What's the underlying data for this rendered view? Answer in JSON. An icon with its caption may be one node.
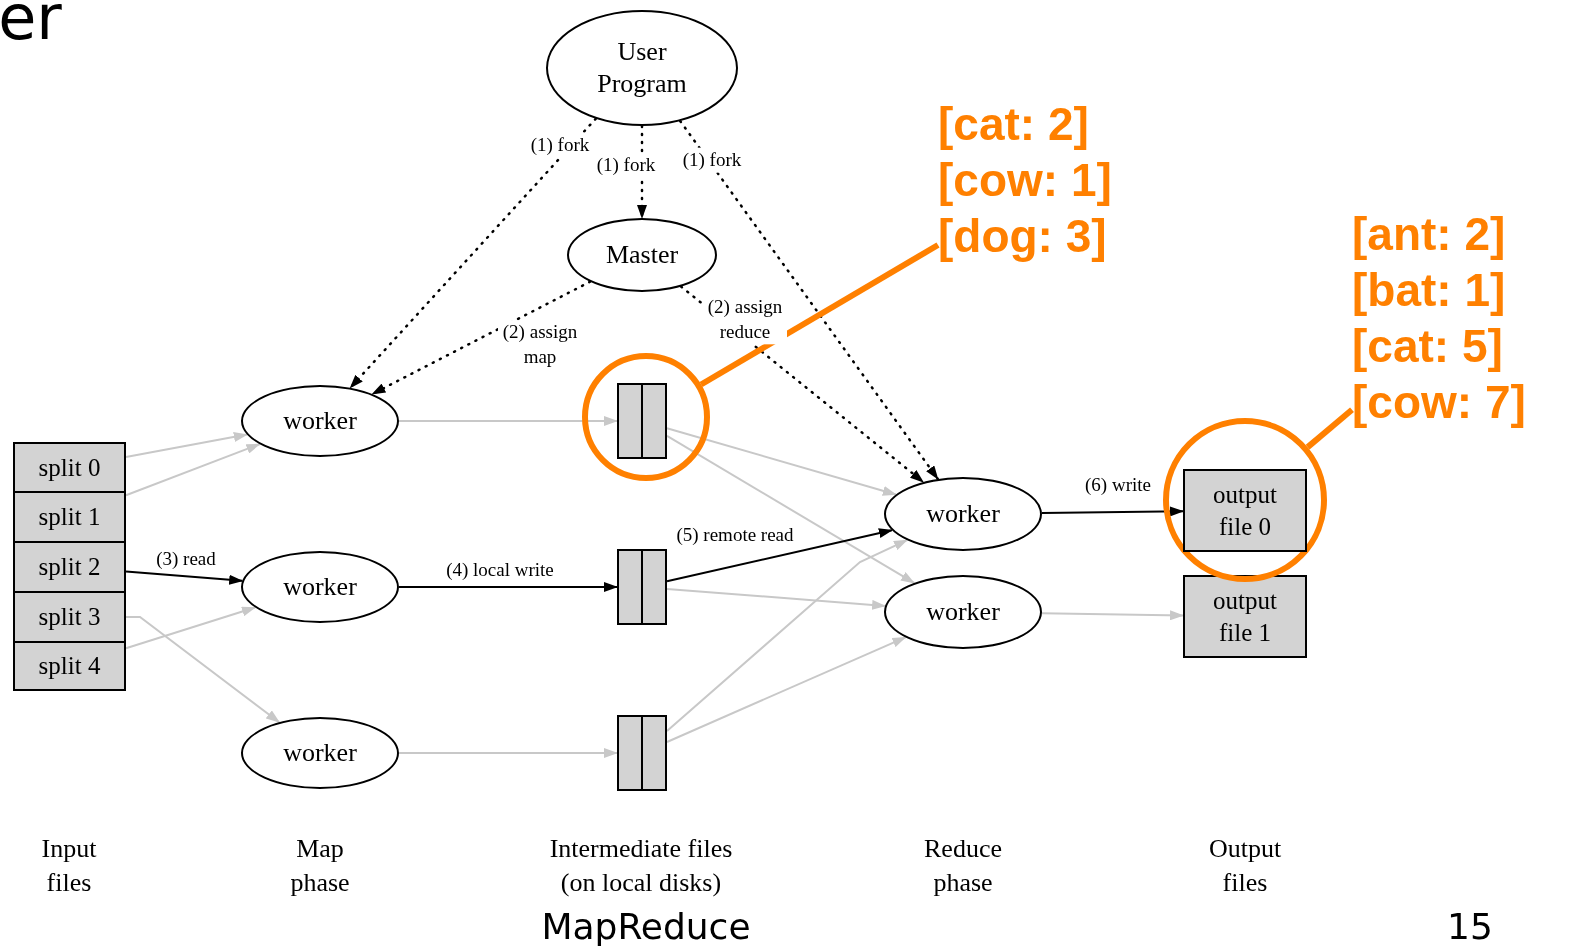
{
  "diagram": {
    "nodes": [
      {
        "text": [
          "User Program"
        ]
      },
      {
        "text": [
          "Master"
        ]
      },
      {
        "text": [
          "worker"
        ]
      },
      {
        "text": [
          "worker"
        ]
      },
      {
        "text": [
          "worker"
        ]
      },
      {
        "text": [
          "split 0"
        ]
      },
      {
        "text": [
          "split 1"
        ]
      },
      {
        "text": [
          "split 2"
        ]
      },
      {
        "text": [
          "split 3"
        ]
      },
      {
        "text": [
          "split 4"
        ]
      },
      {
        "text": [],
        "shape": "box",
        "in": 17
      },
      {
        "text": [],
        "shape": "box"
      },
      {
        "text": [],
        "shape": "box"
      },
      {
        "text": [
          "worker"
        ]
      },
      {
        "text": [
          "worker"
        ]
      },
      {
        "text": [
          "output file 0"
        ],
        "in": 19
      },
      {
        "text": [
          "output file 1"
        ]
      },
      {
        "text": [],
        "shape": "circle"
      },
      {
        "text": [
          "[cat: 2]",
          "[cow: 1]",
          "[dog: 3]"
        ]
      },
      {
        "text": [],
        "shape": "circle"
      },
      {
        "text": [
          "[ant: 2]",
          "[bat: 1]",
          "[cat: 5]",
          "[cow: 7]"
        ]
      }
    ],
    "edges": [
      {
        "from": 0,
        "to": 2,
        "arrow": "to",
        "label": "(1) fork",
        "style": "dashed",
        "color": "#000000"
      },
      {
        "from": 0,
        "to": 1,
        "arrow": "to",
        "label": "(1) fork",
        "style": "dashed",
        "color": "#000000"
      },
      {
        "from": 0,
        "to": 13,
        "arrow": "to",
        "label": "(1) fork",
        "style": "dashed",
        "color": "#000000"
      },
      {
        "from": 1,
        "to": 2,
        "arrow": "to",
        "label": "(2) assign map",
        "style": "dashed",
        "color": "#000000"
      },
      {
        "from": 1,
        "to": 13,
        "arrow": "to",
        "label": "(2) assign reduce",
        "style": "dashed",
        "color": "#000000"
      },
      {
        "from": 5,
        "to": 2,
        "arrow": "to"
      },
      {
        "from": 6,
        "to": 2,
        "arrow": "to"
      },
      {
        "from": 7,
        "to": 3,
        "arrow": "to",
        "label": "(3) read",
        "color": "#000000"
      },
      {
        "from": 8,
        "to": 4,
        "arrow": "to"
      },
      {
        "from": 9,
        "to": 3,
        "arrow": "to"
      },
      {
        "from": 2,
        "to": 10,
        "arrow": "to"
      },
      {
        "from": 3,
        "to": 11,
        "arrow": "to",
        "label": "(4) local write",
        "color": "#000000"
      },
      {
        "from": 4,
        "to": 12,
        "arrow": "to"
      },
      {
        "from": 10,
        "to": 13,
        "arrow": "to"
      },
      {
        "from": 10,
        "to": 14,
        "arrow": "to"
      },
      {
        "from": 11,
        "to": 13,
        "arrow": "to",
        "label": "(5) remote read",
        "color": "#000000"
      },
      {
        "from": 11,
        "to": 14,
        "arrow": "to"
      },
      {
        "from": 12,
        "to": 13,
        "arrow": "to"
      },
      {
        "from": 12,
        "to": 14,
        "arrow": "to"
      },
      {
        "from": 13,
        "to": 15,
        "arrow": "to",
        "label": "(6) write",
        "color": "#000000"
      },
      {
        "from": 14,
        "to": 16,
        "arrow": "to"
      },
      {
        "from": 18,
        "to": 17,
        "arrow": "none",
        "style": "thick",
        "color": "#ff8000"
      },
      {
        "from": 20,
        "to": 19,
        "arrow": "none",
        "style": "thick",
        "color": "#ff8000"
      }
    ],
    "labels": [
      "er",
      "Input files",
      "Map phase",
      "Intermediate files (on local disks)",
      "Reduce phase",
      "Output files",
      "MapReduce",
      "15"
    ]
  }
}
